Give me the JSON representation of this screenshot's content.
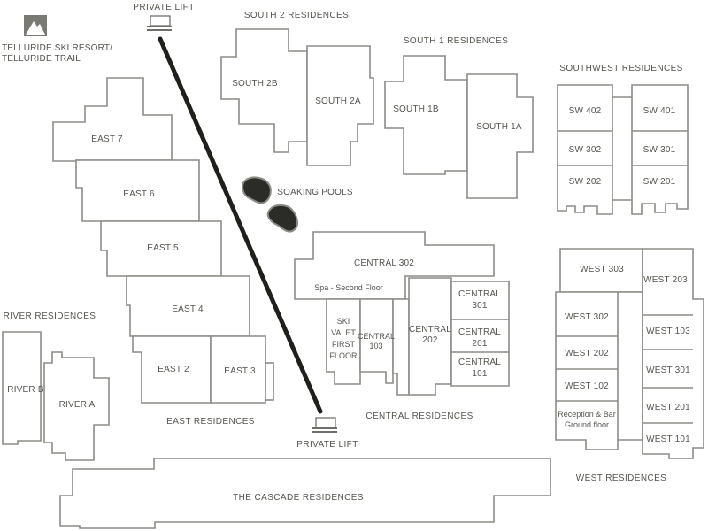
{
  "logo": {
    "line1": "TELLURIDE SKI RESORT/",
    "line2": "TELLURIDE TRAIL"
  },
  "lifts": {
    "top_label": "PRIVATE LIFT",
    "bottom_label": "PRIVATE LIFT"
  },
  "sections": {
    "south2": "SOUTH 2 RESIDENCES",
    "south1": "SOUTH 1 RESIDENCES",
    "southwest": "SOUTHWEST  RESIDENCES",
    "river": "RIVER RESIDENCES",
    "east": "EAST RESIDENCES",
    "central": "CENTRAL RESIDENCES",
    "west": "WEST RESIDENCES",
    "cascade": "THE CASCADE RESIDENCES"
  },
  "amenities": {
    "soaking_pools": "SOAKING POOLS"
  },
  "units": {
    "south2b": "SOUTH 2B",
    "south2a": "SOUTH 2A",
    "south1b": "SOUTH 1B",
    "south1a": "SOUTH 1A",
    "sw402": "SW 402",
    "sw401": "SW 401",
    "sw302": "SW 302",
    "sw301": "SW 301",
    "sw202": "SW 202",
    "sw201": "SW 201",
    "east7": "EAST 7",
    "east6": "EAST 6",
    "east5": "EAST 5",
    "east4": "EAST 4",
    "east2": "EAST 2",
    "east3": "EAST 3",
    "riverb": "RIVER B",
    "rivera": "RIVER A",
    "central302": "CENTRAL 302",
    "spa": "Spa - Second Floor",
    "ski_valet": [
      "SKI",
      "VALET",
      "FIRST",
      "FLOOR"
    ],
    "central103": [
      "CENTRAL",
      "103"
    ],
    "central202": [
      "CENTRAL",
      "202"
    ],
    "central301": [
      "CENTRAL",
      "301"
    ],
    "central201": [
      "CENTRAL",
      "201"
    ],
    "central101": [
      "CENTRAL",
      "101"
    ],
    "west303": "WEST 303",
    "west203": "WEST 203",
    "west302": "WEST 302",
    "west103": "WEST 103",
    "west202": "WEST 202",
    "west301": "WEST 301",
    "west102": "WEST 102",
    "west201": "WEST 201",
    "reception": [
      "Reception & Bar",
      "Ground floor"
    ],
    "west101": "WEST 101"
  }
}
